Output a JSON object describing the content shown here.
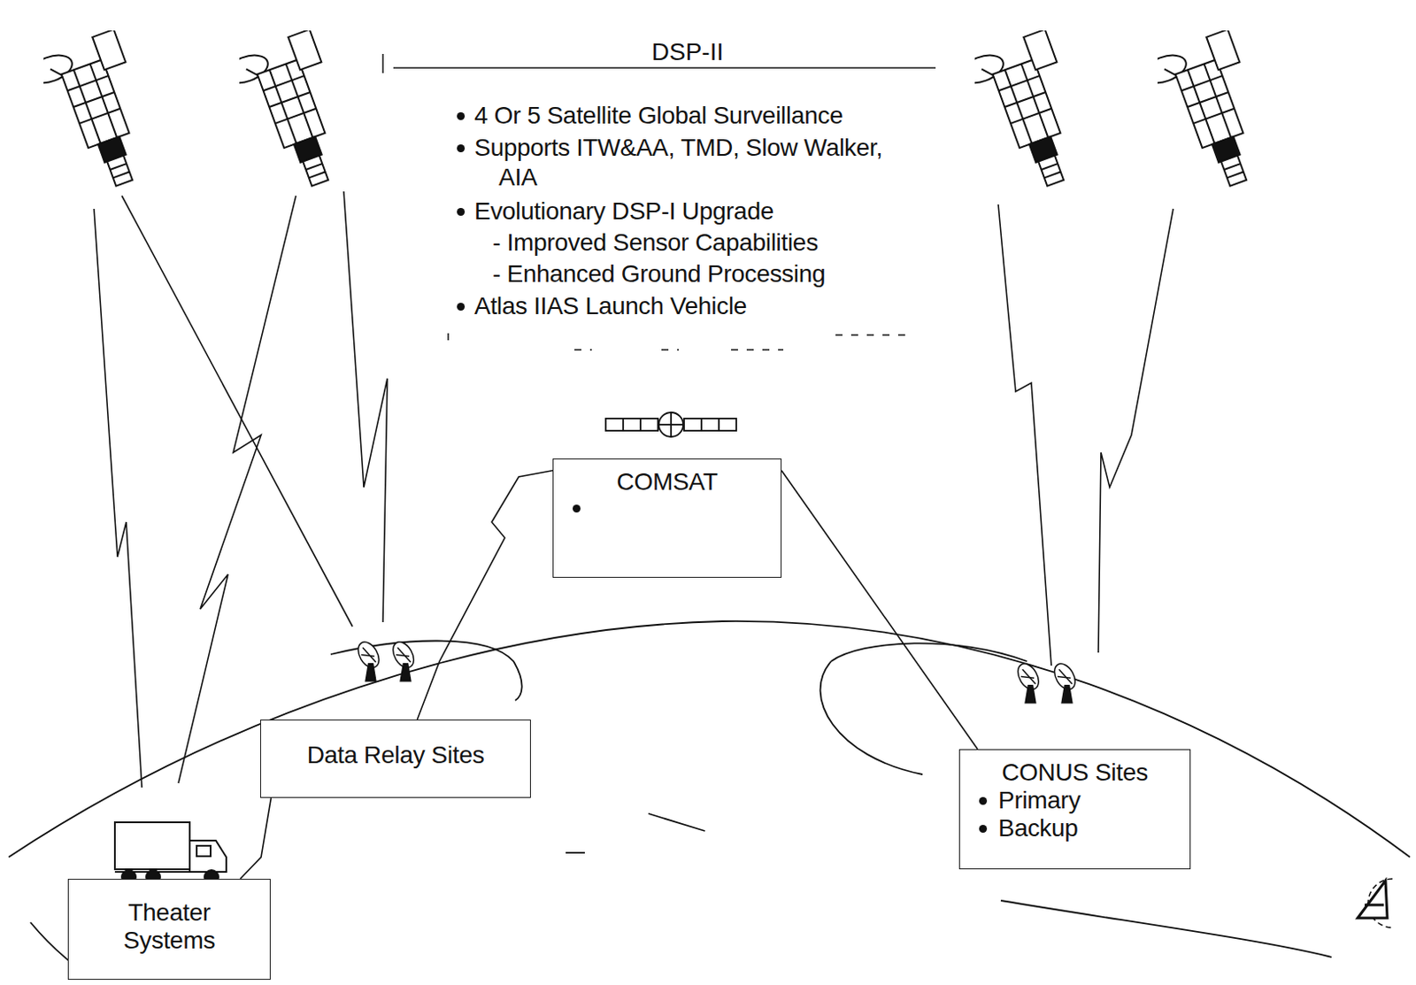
{
  "diagram": {
    "title": "DSP-II",
    "nodes": [
      {
        "text": [
          "COMSAT"
        ]
      },
      {
        "text": [
          "Data Relay Sites"
        ]
      },
      {
        "text": [
          "Theater Systems"
        ]
      },
      {
        "text": [
          "CONUS Sites",
          "Primary",
          "Backup"
        ]
      }
    ],
    "edges": [
      {
        "from": 0,
        "to": 1,
        "arrow": "none"
      },
      {
        "from": 0,
        "to": 3,
        "arrow": "none"
      },
      {
        "from": 1,
        "to": 2,
        "arrow": "none"
      }
    ],
    "labels": [
      "4 Or 5 Satellite Global Surveillance",
      "Supports ITW&AA, TMD, Slow Walker, AIA",
      "Evolutionary DSP-I Upgrade",
      "- Improved Sensor Capabilities",
      "- Enhanced Ground Processing",
      "Atlas IIAS Launch Vehicle"
    ]
  }
}
